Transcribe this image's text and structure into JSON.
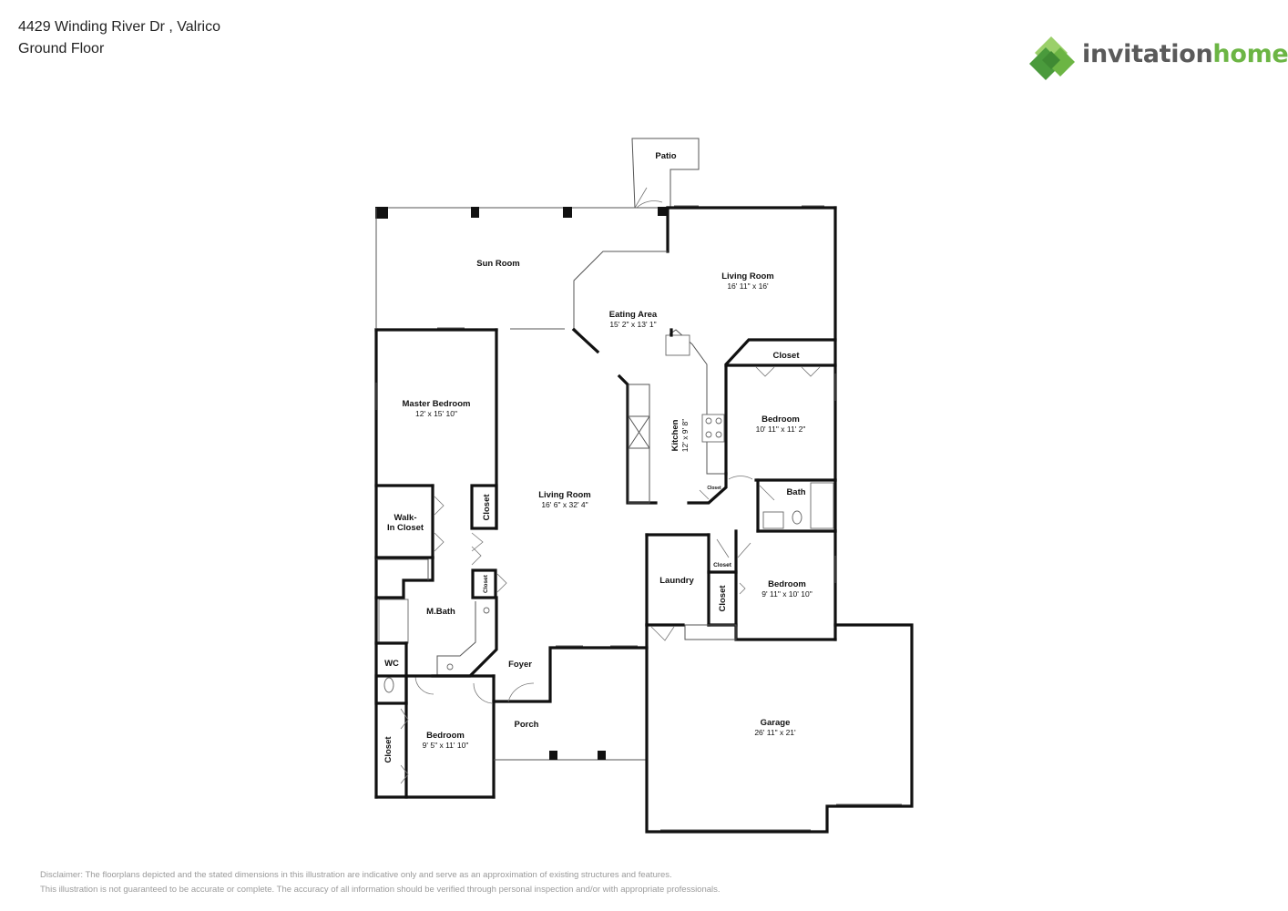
{
  "header": {
    "address": "4429 Winding River Dr , Valrico",
    "floor": "Ground Floor"
  },
  "brand": {
    "word1": "invitation",
    "word2": "homes",
    "colors": {
      "dark": "#4a9a3c",
      "mid": "#6cb544",
      "light": "#9bd06a"
    }
  },
  "rooms": {
    "patio": {
      "name": "Patio"
    },
    "sun_room": {
      "name": "Sun Room"
    },
    "living_room_top": {
      "name": "Living Room",
      "dim": "16' 11\" x 16'"
    },
    "eating_area": {
      "name": "Eating Area",
      "dim": "15' 2\" x 13' 1\""
    },
    "closet_top": {
      "name": "Closet"
    },
    "bedroom_ne": {
      "name": "Bedroom",
      "dim": "10' 11\" x 11' 2\""
    },
    "master_bedroom": {
      "name": "Master Bedroom",
      "dim": "12' x 15' 10\""
    },
    "kitchen": {
      "name": "Kitchen",
      "dim": "12' x 9' 8\""
    },
    "living_room_main": {
      "name": "Living Room",
      "dim": "16' 6\" x 32' 4\""
    },
    "walk_in_closet_1": {
      "name": "Walk-"
    },
    "walk_in_closet_2": {
      "name": "In Closet"
    },
    "closet_master": {
      "name": "Closet"
    },
    "bath": {
      "name": "Bath"
    },
    "closet_small_kitchen": {
      "name": "Closet"
    },
    "closet_small_bed": {
      "name": "Closet"
    },
    "closet_mbath": {
      "name": "Closet"
    },
    "laundry": {
      "name": "Laundry"
    },
    "bedroom_e": {
      "name": "Bedroom",
      "dim": "9' 11\" x 10' 10\""
    },
    "closet_bed_e": {
      "name": "Closet"
    },
    "mbath": {
      "name": "M.Bath"
    },
    "wc": {
      "name": "WC"
    },
    "foyer": {
      "name": "Foyer"
    },
    "garage": {
      "name": "Garage",
      "dim": "26' 11\" x 21'"
    },
    "bedroom_sw": {
      "name": "Bedroom",
      "dim": "9' 5\" x 11' 10\""
    },
    "closet_sw": {
      "name": "Closet"
    },
    "porch": {
      "name": "Porch"
    }
  },
  "disclaimer": {
    "line1": "Disclaimer: The floorplans depicted and the stated dimensions in this illustration are indicative only and serve as an approximation of existing structures and features.",
    "line2": "This illustration is not guaranteed to be accurate or complete. The accuracy of all information should be verified through personal inspection and/or with appropriate professionals."
  }
}
